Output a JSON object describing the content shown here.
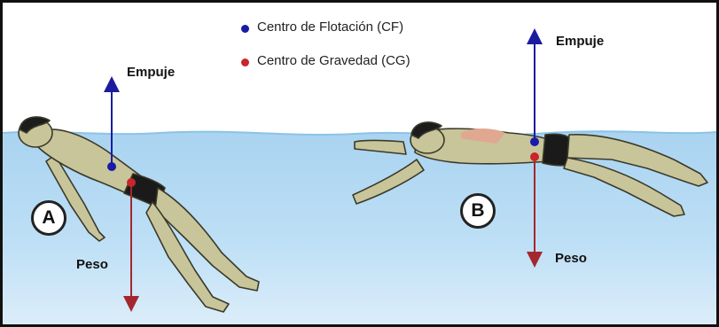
{
  "legend": {
    "items": [
      {
        "label": "Centro de Flotación (CF)",
        "color": "#1a1aa8"
      },
      {
        "label": "Centro de Gravedad (CG)",
        "color": "#c8262a"
      }
    ]
  },
  "panels": [
    {
      "label": "A",
      "force_up": "Empuje",
      "force_down": "Peso"
    },
    {
      "label": "B",
      "force_up": "Empuje",
      "force_down": "Peso"
    }
  ],
  "colors": {
    "water": "#a9d3f0",
    "water_deep": "#cfe7f8",
    "skin": "#c9c59a",
    "up_arrow": "#1b1ba0",
    "down_arrow": "#a4272d",
    "frame": "#111111"
  },
  "icons": [
    "floating-person-a-icon",
    "floating-person-b-icon",
    "up-arrow-icon",
    "down-arrow-icon"
  ]
}
